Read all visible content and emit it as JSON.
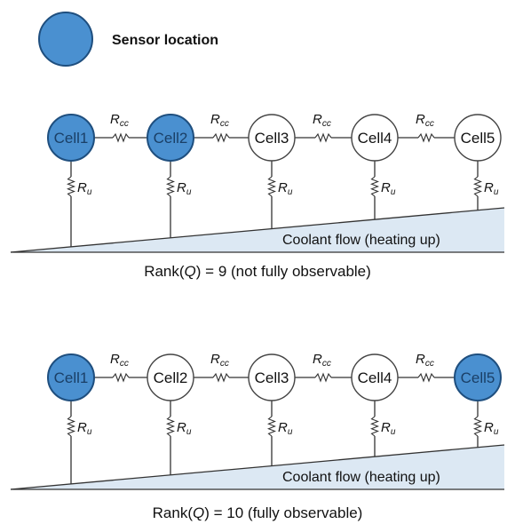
{
  "colors": {
    "sensor_fill": "#4a90d0",
    "sensor_stroke": "#1e4e7e",
    "plain_fill": "#ffffff",
    "plain_stroke": "#444444",
    "coolant_fill": "#dce8f3"
  },
  "legend": {
    "label": "Sensor location",
    "icon": "blue-circle-icon"
  },
  "resistors": {
    "cc_main": "R",
    "cc_sub": "cc",
    "u_main": "R",
    "u_sub": "u"
  },
  "diagrams": [
    {
      "cells": [
        {
          "label": "Cell1",
          "sensor": true
        },
        {
          "label": "Cell2",
          "sensor": true
        },
        {
          "label": "Cell3",
          "sensor": false
        },
        {
          "label": "Cell4",
          "sensor": false
        },
        {
          "label": "Cell5",
          "sensor": false
        }
      ],
      "coolant_label": "Coolant flow (heating up)",
      "rank": {
        "prefix": "Rank(",
        "var": "Q",
        "suffix": ") = 9 (not fully observable)"
      }
    },
    {
      "cells": [
        {
          "label": "Cell1",
          "sensor": true
        },
        {
          "label": "Cell2",
          "sensor": false
        },
        {
          "label": "Cell3",
          "sensor": false
        },
        {
          "label": "Cell4",
          "sensor": false
        },
        {
          "label": "Cell5",
          "sensor": true
        }
      ],
      "coolant_label": "Coolant flow (heating up)",
      "rank": {
        "prefix": "Rank(",
        "var": "Q",
        "suffix": ") = 10 (fully observable)"
      }
    }
  ]
}
